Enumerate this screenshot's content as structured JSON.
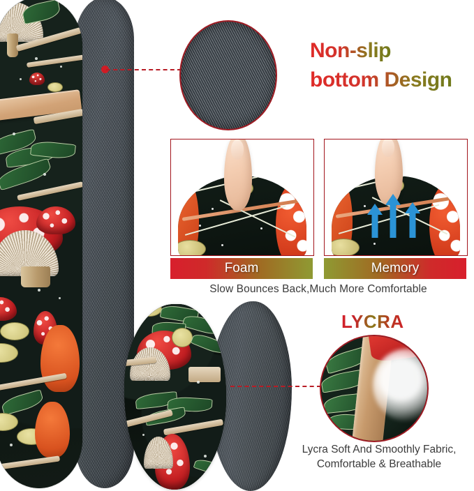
{
  "product": {
    "name": "Mushroom Pattern Keyboard And Mouse Wrist Rest Set",
    "pattern_description": "Dark botanical mushroom forest print with red fly-agaric caps, green leaves and wood stems"
  },
  "sections": {
    "non_slip": {
      "headline_line1": "Non-slip",
      "headline_line2": "bottom Design",
      "detail_label": "non-slip-rubber-weave-closeup",
      "texture": "herringbone woven rubber",
      "accent_color": "#9e1b23",
      "headline_gradient_from": "#e02a28",
      "headline_gradient_to": "#6e7a1c"
    },
    "comparison": {
      "left": {
        "label": "Foam",
        "photo_label": "finger-pressing-foam-pad",
        "bar_gradient_from": "#d81f2c",
        "bar_gradient_to": "#8f9a33"
      },
      "right": {
        "label": "Memory",
        "photo_label": "finger-pressing-memory-foam-pad-with-rebound-arrows",
        "bar_gradient_from": "#8f9a33",
        "bar_gradient_to": "#d81f2c",
        "arrow_color": "#2b93d6",
        "arrow_count": 3
      },
      "caption": "Slow Bounces Back,Much More Comfortable"
    },
    "lycra": {
      "title": "LYCRA",
      "detail_label": "lycra-fabric-surface-closeup",
      "caption_line1": "Lycra Soft And Smoothly Fabric,",
      "caption_line2": "Comfortable & Breathable",
      "accent_color": "#9e1b23"
    }
  },
  "products_shown": {
    "keyboard_rest_top": "keyboard-wrist-rest-printed-surface",
    "keyboard_rest_bottom": "keyboard-wrist-rest-gray-non-slip-base",
    "mouse_rest_top": "mouse-wrist-rest-printed-surface",
    "mouse_rest_bottom": "mouse-wrist-rest-gray-non-slip-base"
  },
  "callout_lines": {
    "non_slip_connector": "dashed-red-line",
    "lycra_connector": "dashed-red-line",
    "color": "#b81c25"
  }
}
